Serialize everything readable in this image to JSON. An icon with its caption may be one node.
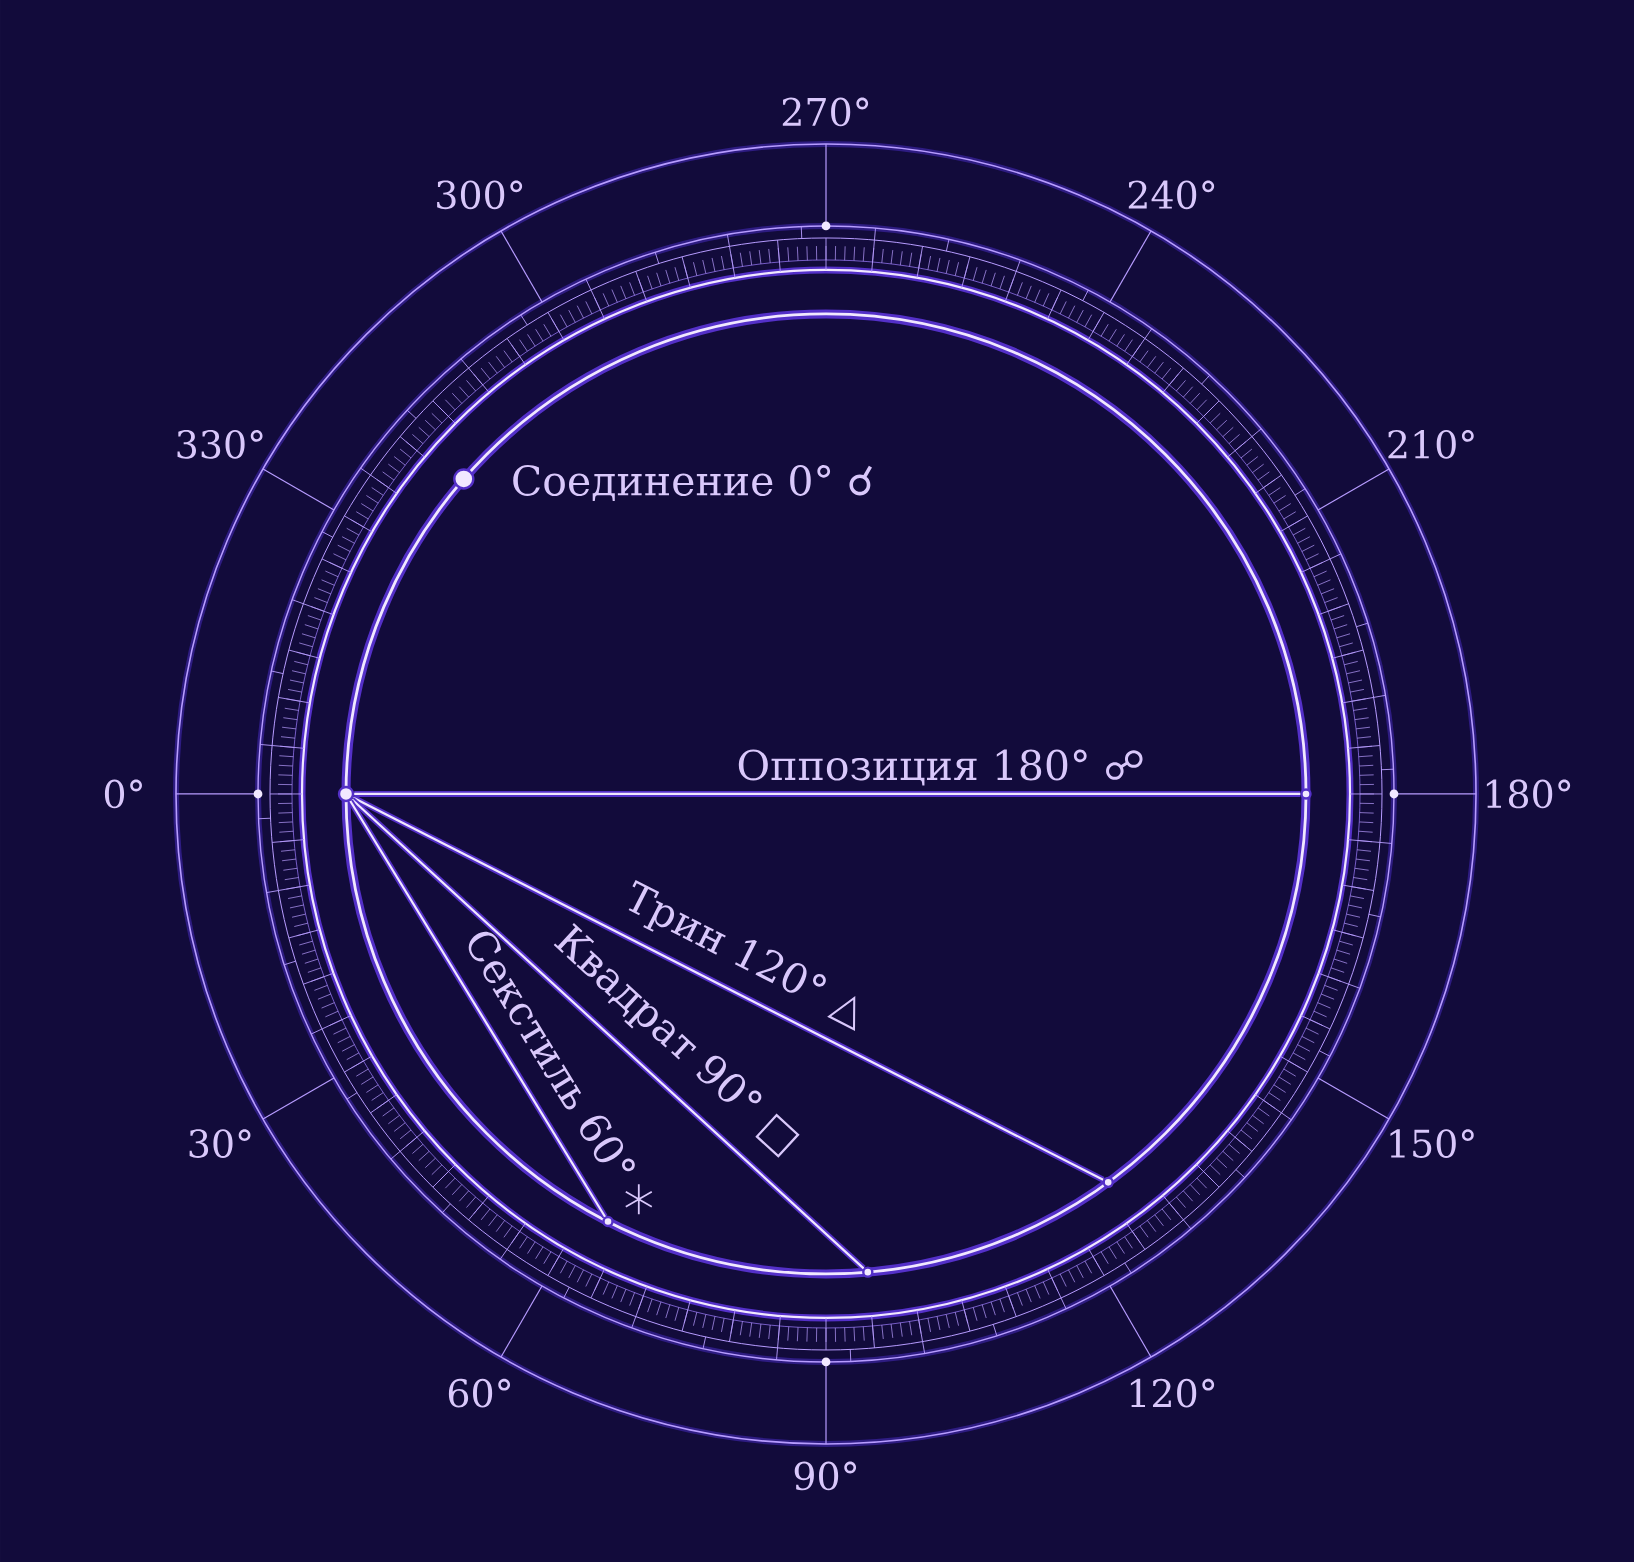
{
  "diagram": {
    "nodes": [
      {
        "text": [],
        "shape": "circle",
        "beside": [
          "Соединение 0° ☌"
        ]
      },
      {
        "text": [],
        "shape": "circle"
      },
      {
        "text": [],
        "shape": "circle"
      },
      {
        "text": [],
        "shape": "circle"
      },
      {
        "text": [],
        "shape": "circle"
      },
      {
        "text": [],
        "shape": "circle"
      }
    ],
    "edges": [
      {
        "from": 1,
        "to": 2,
        "arrow": "none",
        "label": "Оппозиция 180° ☍"
      },
      {
        "from": 1,
        "to": 3,
        "arrow": "none",
        "label": "Трин 120° △"
      },
      {
        "from": 1,
        "to": 5,
        "arrow": "none",
        "label": "Квадрат 90° □"
      },
      {
        "from": 1,
        "to": 4,
        "arrow": "none",
        "label": "Секстиль 60°"
      }
    ],
    "labels": [
      "270°",
      "300°",
      "240°",
      "330°",
      "210°",
      "0°",
      "180°",
      "30°",
      "150°",
      "60°",
      "120°",
      "90°"
    ]
  }
}
